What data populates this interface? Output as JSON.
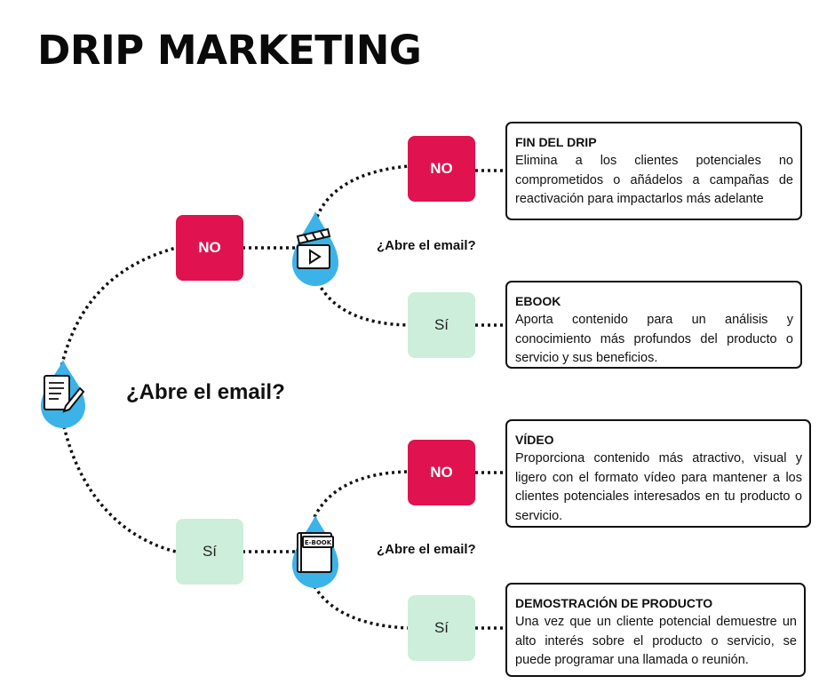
{
  "title": "DRIP MARKETING",
  "questions": {
    "main": "¿Abre el email?",
    "upper": "¿Abre el email?",
    "lower": "¿Abre el email?"
  },
  "nodes": {
    "first_no": "NO",
    "first_si": "Sí",
    "upper_no": "NO",
    "upper_si": "Sí",
    "lower_no": "NO",
    "lower_si": "Sí"
  },
  "cards": [
    {
      "title": "FIN DEL DRIP",
      "body": "Elimina a los clientes potenciales no comprometidos o añádelos a campañas de reactivación para impactarlos más adelante"
    },
    {
      "title": "EBOOK",
      "body": "Aporta contenido para un análisis y conocimiento más profundos del producto o servicio y sus beneficios."
    },
    {
      "title": "VÍDEO",
      "body": "Proporciona contenido más atractivo, visual y ligero con el formato vídeo para mantener a los clientes potenciales interesados en tu producto o servicio."
    },
    {
      "title": "DEMOSTRACIÓN DE PRODUCTO",
      "body": "Una vez que un cliente potencial demuestre un alto interés sobre el producto o servicio, se puede programar una llamada o reunión."
    }
  ],
  "icons": {
    "start": "document-pen-icon",
    "upper": "video-clapper-icon",
    "lower": "ebook-icon"
  },
  "ebook_label": "E-BOOK",
  "colors": {
    "no": "#e0124f",
    "si": "#cdeedb",
    "drop": "#3bb3e8",
    "line": "#111111"
  }
}
